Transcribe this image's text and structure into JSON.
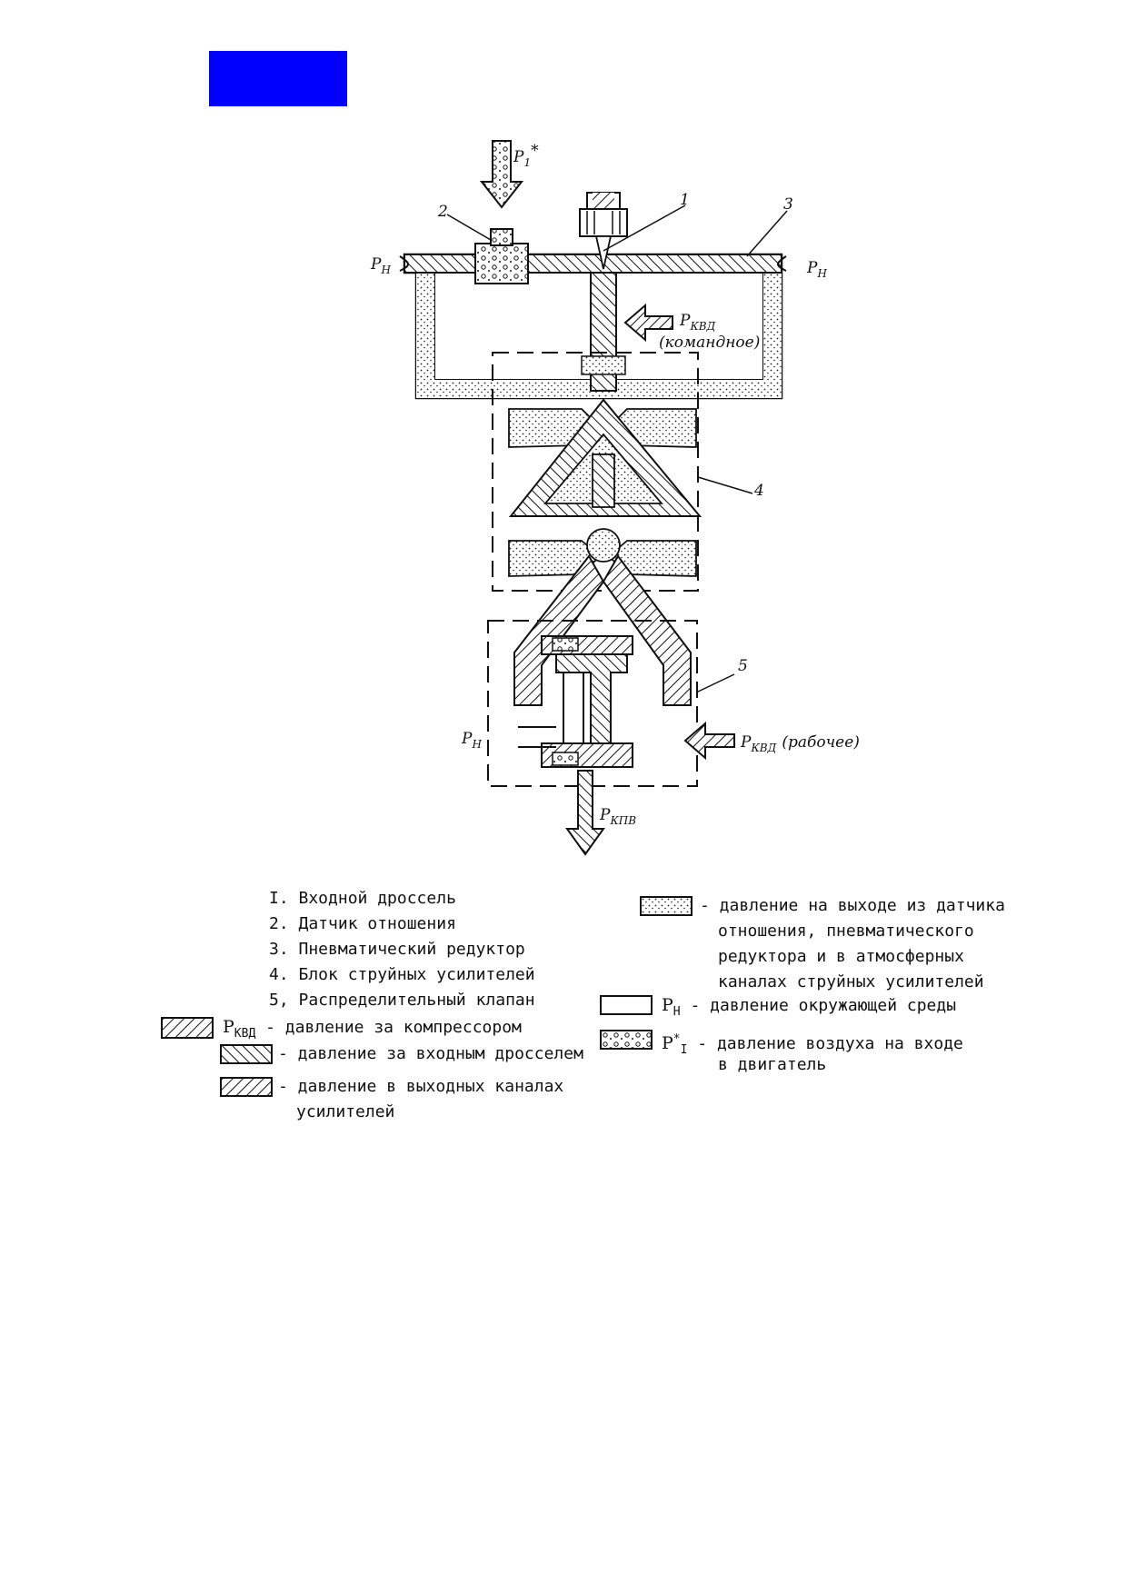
{
  "header": {
    "block_color": "#0000ff"
  },
  "diagram": {
    "inlet_label": "P",
    "inlet_sub": "1",
    "inlet_sup": "*",
    "ph_label": "P",
    "ph_sub": "H",
    "pkvd_command_label": "P",
    "pkvd_command_sub": "КВД",
    "command_note": "(командное)",
    "pkvd_work_label": "P",
    "pkvd_work_sub": "КВД",
    "work_note": "(рабочее)",
    "pkpv_label": "P",
    "pkpv_sub": "КПВ",
    "callouts": [
      "1",
      "2",
      "3",
      "4",
      "5"
    ]
  },
  "legend": {
    "items": [
      "I. Входной дроссель",
      "2. Датчик отношения",
      "3. Пневматический редуктор",
      "4. Блок струйных усилителей",
      "5, Распределительный клапан"
    ],
    "pkvd_symbol": "P",
    "pkvd_sub": "КВД",
    "pkvd_desc": "- давление за компрессором",
    "throttle_desc": "- давление за входным дросселем",
    "outlet_desc_1": "- давление в выходных каналах",
    "outlet_desc_2": "усилителей",
    "sensor_desc_1": "- давление на выходе из датчика",
    "sensor_desc_2": "отношения, пневматического",
    "sensor_desc_3": "редуктора и в атмосферных",
    "sensor_desc_4": "каналах струйных усилителей",
    "ph_symbol": "P",
    "ph_sub": "H",
    "ph_desc": "- давление окружающей среды",
    "p1_symbol": "P",
    "p1_sub": "I",
    "p1_sup": "*",
    "p1_desc_1": "- давление воздуха на входе",
    "p1_desc_2": "в двигатель"
  }
}
